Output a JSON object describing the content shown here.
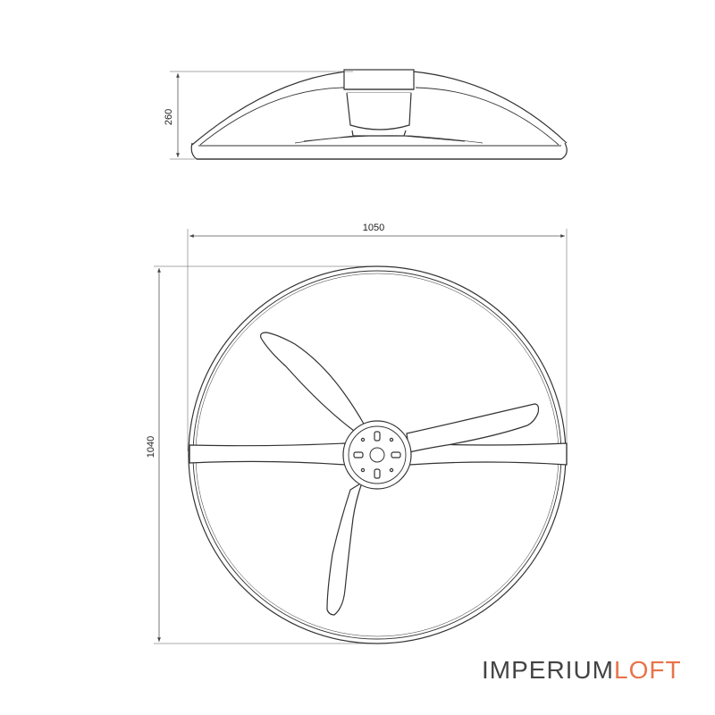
{
  "dimensions": {
    "side_height": "260",
    "top_width": "1050",
    "top_height": "1040"
  },
  "brand": {
    "part1": "IMPERIUM",
    "part2": "LOFT"
  },
  "colors": {
    "line": "#333333",
    "dimension_line": "#555555",
    "brand_gray": "#444444",
    "brand_accent": "#e8734a"
  }
}
